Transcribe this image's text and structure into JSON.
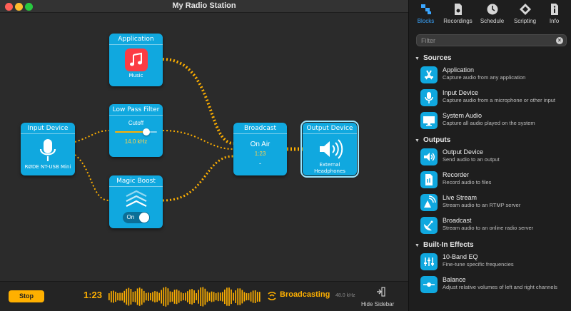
{
  "window": {
    "title": "My Radio Station"
  },
  "colors": {
    "accent": "#ffb000",
    "block": "#10a8df",
    "tab_active": "#3aa6ff"
  },
  "blocks": {
    "input_device": {
      "title": "Input Device",
      "subtitle": "RØDE NT-USB Mini",
      "icon": "microphone-icon"
    },
    "application": {
      "title": "Application",
      "subtitle": "Music",
      "icon": "music-note-icon"
    },
    "low_pass": {
      "title": "Low Pass Filter",
      "param_label": "Cutoff",
      "param_value": "14.0 kHz",
      "slider_level": 0.75
    },
    "magic_boost": {
      "title": "Magic Boost",
      "toggle_label": "On",
      "toggle_on": true,
      "icon": "chevrons-up-icon"
    },
    "broadcast": {
      "title": "Broadcast",
      "status": "On Air",
      "time": "1:23",
      "extra": "-"
    },
    "output_device": {
      "title": "Output Device",
      "subtitle": "External Headphones",
      "icon": "speaker-icon"
    }
  },
  "bottom": {
    "stop_label": "Stop",
    "elapsed": "1:23",
    "status": "Broadcasting",
    "sample_rate": "48.0 kHz",
    "hide_sidebar_label": "Hide Sidebar"
  },
  "sidebar": {
    "tabs": [
      {
        "label": "Blocks",
        "icon": "blocks-icon",
        "active": true
      },
      {
        "label": "Recordings",
        "icon": "recordings-icon",
        "active": false
      },
      {
        "label": "Schedule",
        "icon": "clock-icon",
        "active": false
      },
      {
        "label": "Scripting",
        "icon": "scripting-icon",
        "active": false
      },
      {
        "label": "Info",
        "icon": "info-icon",
        "active": false
      }
    ],
    "filter_placeholder": "Filter",
    "sections": [
      {
        "title": "Sources",
        "items": [
          {
            "title": "Application",
            "desc": "Capture audio from any application",
            "icon": "app-store-icon"
          },
          {
            "title": "Input Device",
            "desc": "Capture audio from a microphone or other input",
            "icon": "microphone-icon"
          },
          {
            "title": "System Audio",
            "desc": "Capture all audio played on the system",
            "icon": "monitor-icon"
          }
        ]
      },
      {
        "title": "Outputs",
        "items": [
          {
            "title": "Output Device",
            "desc": "Send audio to an output",
            "icon": "speaker-icon"
          },
          {
            "title": "Recorder",
            "desc": "Record audio to files",
            "icon": "file-icon"
          },
          {
            "title": "Live Stream",
            "desc": "Stream audio to an RTMP server",
            "icon": "satellite-icon"
          },
          {
            "title": "Broadcast",
            "desc": "Stream audio to an online radio server",
            "icon": "satellite-dish-icon"
          }
        ]
      },
      {
        "title": "Built-In Effects",
        "items": [
          {
            "title": "10-Band EQ",
            "desc": "Fine-tune specific frequencies",
            "icon": "eq-icon"
          },
          {
            "title": "Balance",
            "desc": "Adjust relative volumes of left and right channels",
            "icon": "balance-icon"
          }
        ]
      }
    ]
  }
}
